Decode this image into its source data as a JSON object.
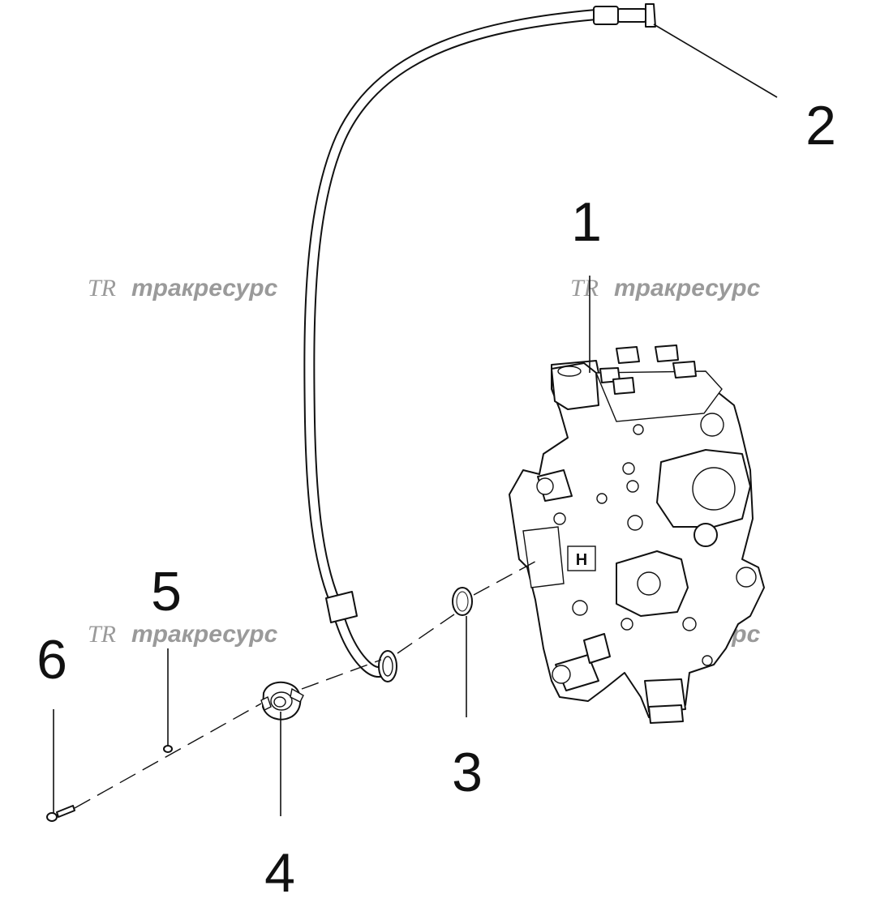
{
  "callouts": {
    "c1": "1",
    "c2": "2",
    "c3": "3",
    "c4": "4",
    "c5": "5",
    "c6": "6"
  },
  "watermark": {
    "logo": "TR",
    "text": "тракресурс"
  },
  "colors": {
    "line": "#111111",
    "watermark": "#9a9a9a",
    "background": "#ffffff"
  }
}
